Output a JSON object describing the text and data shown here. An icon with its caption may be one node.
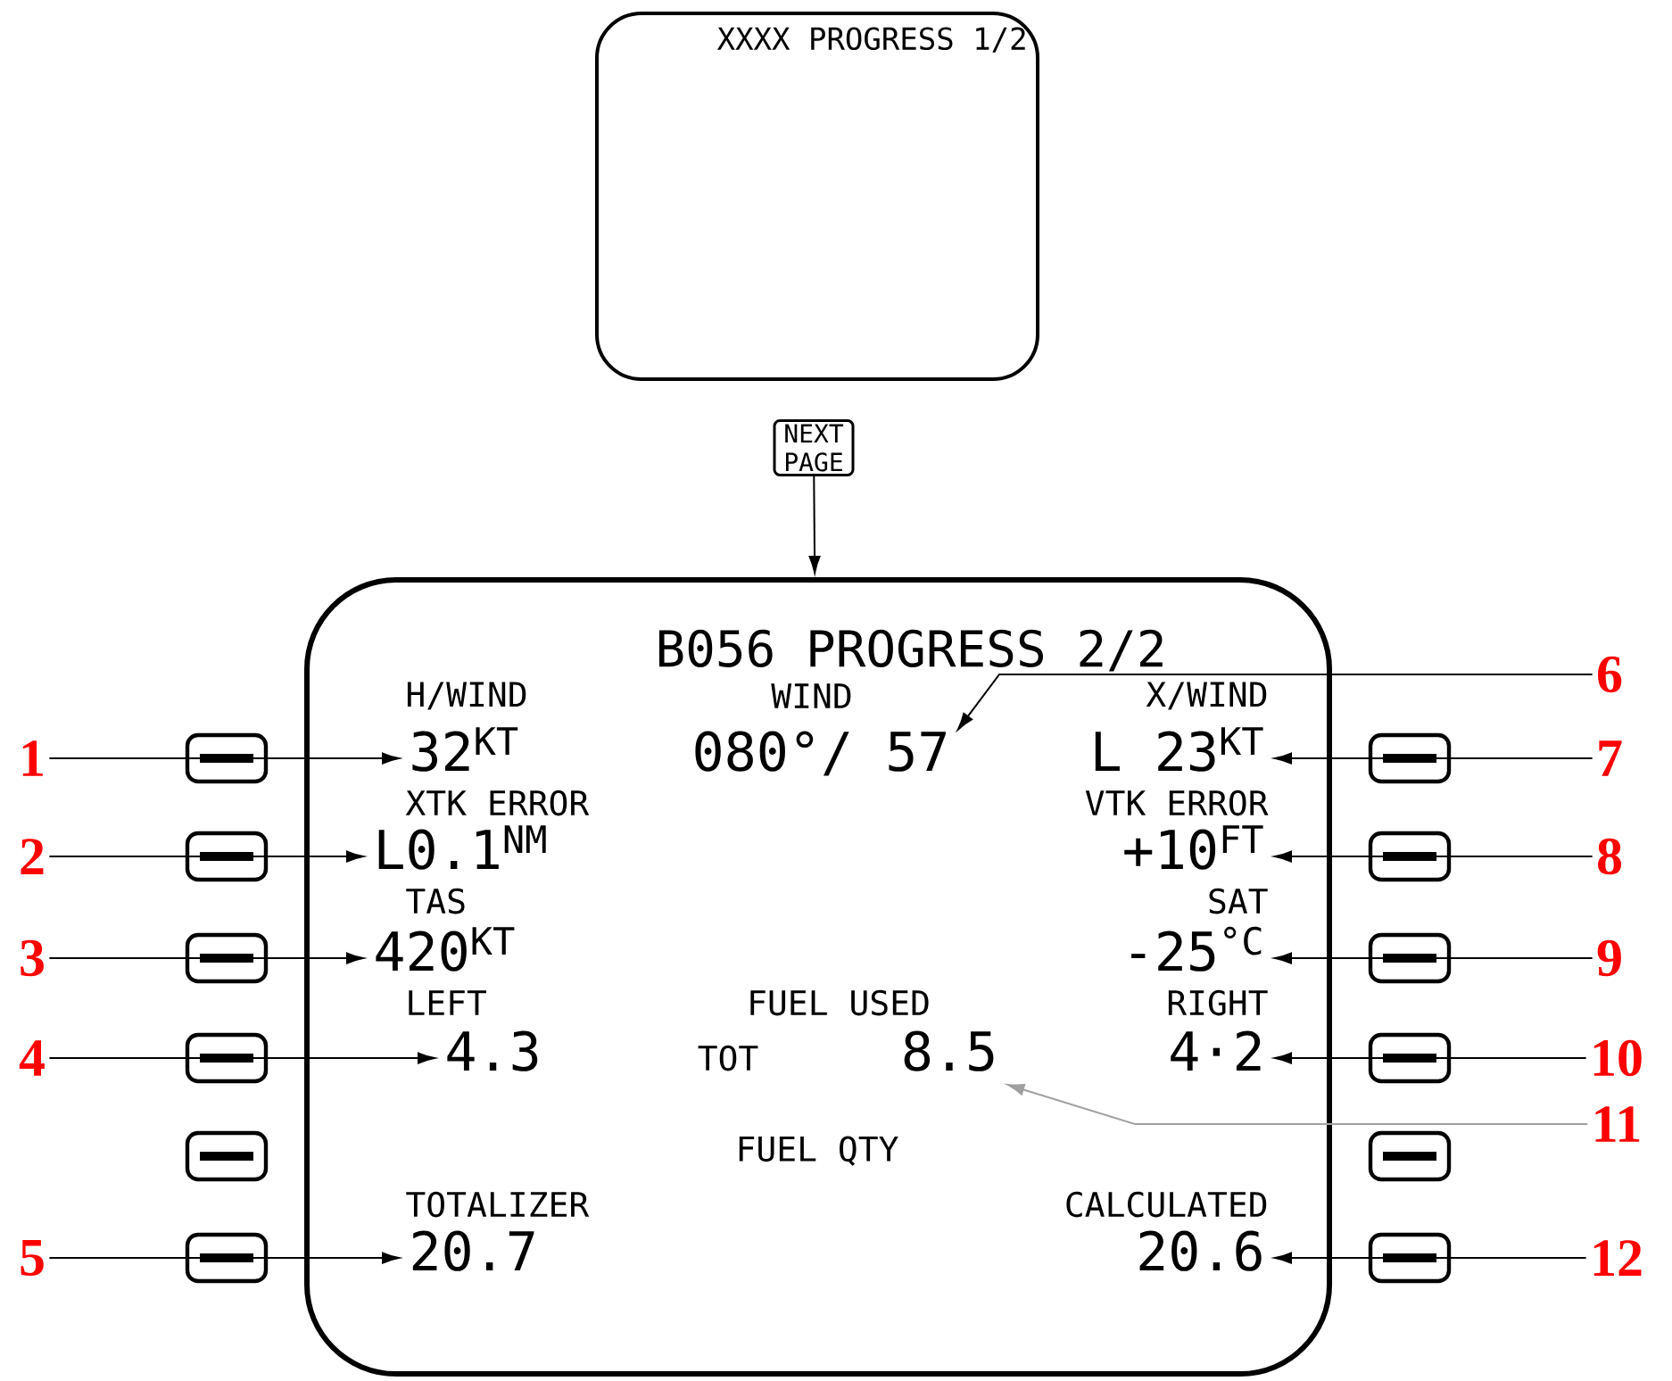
{
  "diagram": {
    "nodes": [
      {
        "text": [
          "XXXX PROGRESS 1/2"
        ]
      },
      {
        "text": [
          "NEXT PAGE"
        ]
      },
      {
        "text": [
          "B056 PROGRESS 2/2"
        ]
      },
      {
        "text": [
          "6"
        ]
      },
      {
        "text": [
          "1"
        ]
      },
      {
        "text": [],
        "shape": "box"
      },
      {
        "text": [
          "32$^{KT}$"
        ],
        "in": 2
      },
      {
        "text": [
          "080°/ 57"
        ],
        "in": 2
      },
      {
        "text": [
          "L 23$^{KT}$"
        ],
        "in": 2
      },
      {
        "text": [],
        "shape": "box"
      },
      {
        "text": [
          "7"
        ]
      },
      {
        "text": [
          "2"
        ]
      },
      {
        "text": [],
        "shape": "box"
      },
      {
        "text": [
          "L0.1$^{NM}$"
        ],
        "in": 2
      },
      {
        "text": [
          "+10$^{FT}$"
        ],
        "in": 2
      },
      {
        "text": [],
        "shape": "box"
      },
      {
        "text": [
          "8"
        ]
      },
      {
        "text": [
          "3"
        ]
      },
      {
        "text": [],
        "shape": "box"
      },
      {
        "text": [
          "420$^{KT}$"
        ],
        "in": 2
      },
      {
        "text": [
          "-25$^{°C}$"
        ],
        "in": 2
      },
      {
        "text": [],
        "shape": "box"
      },
      {
        "text": [
          "9"
        ]
      },
      {
        "text": [
          "4"
        ]
      },
      {
        "text": [],
        "shape": "box"
      },
      {
        "text": [
          "4.3"
        ],
        "in": 2
      },
      {
        "text": [
          "8.5"
        ],
        "in": 2
      },
      {
        "text": [
          "4·2"
        ],
        "in": 2
      },
      {
        "text": [],
        "shape": "box"
      },
      {
        "text": [
          "10"
        ]
      },
      {
        "text": [
          "11"
        ]
      },
      {
        "text": [],
        "shape": "box"
      },
      {
        "text": [],
        "shape": "box"
      },
      {
        "text": [
          "5"
        ]
      },
      {
        "text": [],
        "shape": "box"
      },
      {
        "text": [
          "20.7"
        ],
        "in": 2
      },
      {
        "text": [
          "20.6"
        ],
        "in": 2
      },
      {
        "text": [],
        "shape": "box"
      },
      {
        "text": [
          "12"
        ]
      }
    ],
    "edges": [
      {
        "from": 1,
        "to": 2,
        "arrow": "to"
      },
      {
        "from": 3,
        "to": 7,
        "arrow": "to"
      },
      {
        "from": 4,
        "to": 6,
        "arrow": "to"
      },
      {
        "from": 10,
        "to": 8,
        "arrow": "to"
      },
      {
        "from": 11,
        "to": 13,
        "arrow": "to"
      },
      {
        "from": 16,
        "to": 14,
        "arrow": "to"
      },
      {
        "from": 17,
        "to": 19,
        "arrow": "to"
      },
      {
        "from": 22,
        "to": 20,
        "arrow": "to"
      },
      {
        "from": 23,
        "to": 25,
        "arrow": "to"
      },
      {
        "from": 29,
        "to": 27,
        "arrow": "to"
      },
      {
        "from": 30,
        "to": 26,
        "arrow": "to",
        "color": "#a0a0a0"
      },
      {
        "from": 33,
        "to": 35,
        "arrow": "to"
      },
      {
        "from": 38,
        "to": 36,
        "arrow": "to"
      }
    ],
    "labels": [
      "H/WIND",
      "WIND",
      "X/WIND",
      "XTK ERROR",
      "VTK ERROR",
      "TAS",
      "SAT",
      "LEFT",
      "FUEL USED",
      "RIGHT",
      "TOT",
      "FUEL QTY",
      "TOTALIZER",
      "CALCULATED"
    ]
  }
}
